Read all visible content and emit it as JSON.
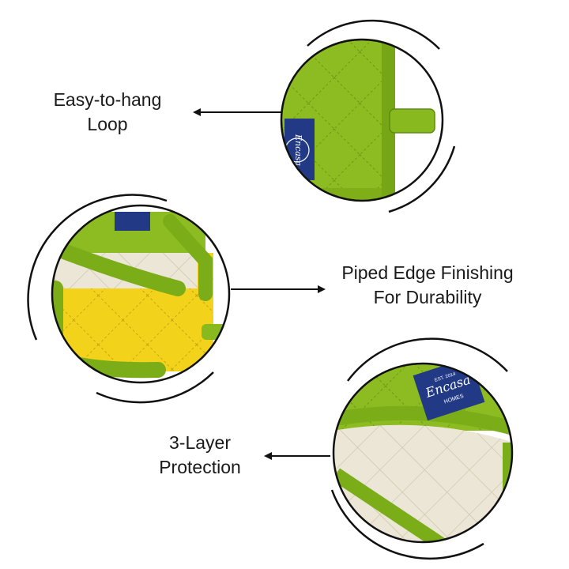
{
  "callouts": {
    "loop": {
      "line1": "Easy-to-hang",
      "line2": "Loop"
    },
    "piped_edge": {
      "line1": "Piped Edge Finishing",
      "line2": "For Durability"
    },
    "layers": {
      "line1": "3-Layer",
      "line2": "Protection"
    }
  },
  "label_tag": {
    "brand": "Encasa",
    "sub": "HOMES",
    "est": "EST. 2014"
  },
  "colors": {
    "fabric_green": "#8cbc21",
    "fabric_green_dark": "#6e9a14",
    "fabric_yellow": "#f2d21a",
    "lining_linen": "#ece6d6",
    "tag_navy": "#223a85",
    "ink": "#111111"
  }
}
